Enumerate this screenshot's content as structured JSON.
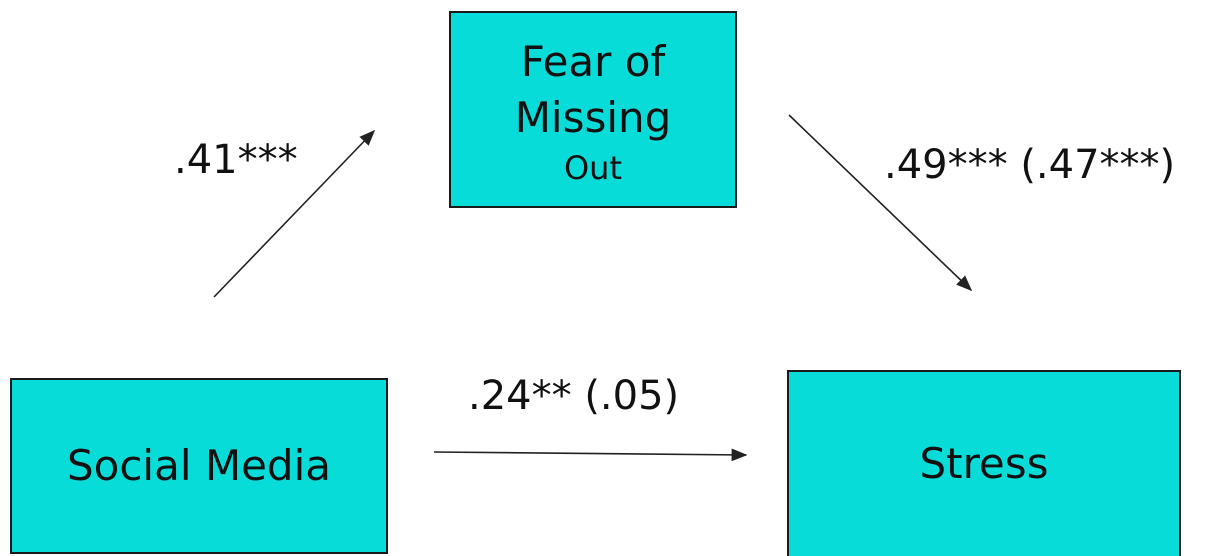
{
  "nodes": {
    "mediator": {
      "line1": "Fear of",
      "line2": "Missing",
      "line3": "Out"
    },
    "predictor": {
      "label": "Social Media"
    },
    "outcome": {
      "label": "Stress"
    }
  },
  "paths": {
    "a": {
      "label": ".41***"
    },
    "b": {
      "label": ".49*** (.47***)"
    },
    "c": {
      "label": ".24** (.05)"
    }
  },
  "colors": {
    "box_fill": "#08dcd8",
    "border": "#1a1a1a",
    "arrow": "#222222",
    "text": "#111111"
  }
}
